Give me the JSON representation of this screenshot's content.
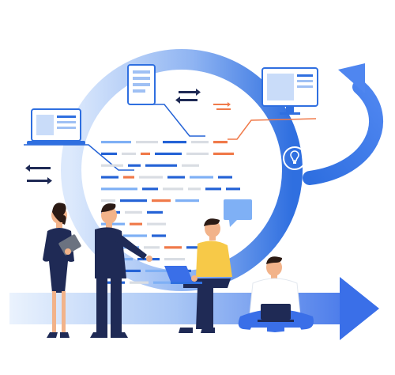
{
  "colors": {
    "ring_dark": "#2f6fe0",
    "ring_light": "#cfe0fb",
    "arrow_blue": "#3a6fe8",
    "line_blue": "#2563d6",
    "line_light": "#7fb0f5",
    "line_gray": "#d9dde3",
    "line_orange": "#f07a4a",
    "navy": "#1f2a55",
    "skin": "#f2b38a",
    "shirt_yellow": "#f7c948",
    "shirt_white": "#ffffff"
  },
  "icons": [
    "laptop-icon",
    "document-icon",
    "monitor-icon",
    "lightbulb-icon",
    "transfer-arrows-icon",
    "speech-bubble-icon",
    "refresh-arrow-icon"
  ],
  "code_lines": [
    [
      {
        "w": 38,
        "c": "line_light"
      },
      {
        "w": 28,
        "c": "line_gray"
      },
      {
        "w": 30,
        "c": "line_blue"
      },
      {
        "w": 22,
        "c": "line_gray"
      },
      {
        "w": 18,
        "c": "line_orange"
      }
    ],
    [
      {
        "w": 20,
        "c": "line_blue"
      },
      {
        "w": 18,
        "c": "line_gray"
      },
      {
        "w": 12,
        "c": "line_orange"
      },
      {
        "w": 34,
        "c": "line_blue"
      },
      {
        "w": 28,
        "c": "line_gray"
      },
      {
        "w": 26,
        "c": "line_orange"
      }
    ],
    [
      {
        "w": 28,
        "c": "line_gray"
      },
      {
        "w": 16,
        "c": "line_blue"
      },
      {
        "w": 40,
        "c": "line_blue"
      },
      {
        "w": 22,
        "c": "line_gray"
      }
    ],
    [
      {
        "w": 22,
        "c": "line_blue"
      },
      {
        "w": 14,
        "c": "line_orange"
      },
      {
        "w": 30,
        "c": "line_gray"
      },
      {
        "w": 22,
        "c": "line_blue"
      },
      {
        "w": 30,
        "c": "line_light"
      },
      {
        "w": 18,
        "c": "line_blue"
      }
    ],
    [
      {
        "w": 46,
        "c": "line_light"
      },
      {
        "w": 20,
        "c": "line_blue"
      },
      {
        "w": 26,
        "c": "line_gray"
      },
      {
        "w": 16,
        "c": "line_gray"
      },
      {
        "w": 20,
        "c": "line_blue"
      },
      {
        "w": 18,
        "c": "line_blue"
      }
    ],
    [
      {
        "w": 18,
        "c": "line_gray"
      },
      {
        "w": 34,
        "c": "line_blue"
      },
      {
        "w": 24,
        "c": "line_orange"
      },
      {
        "w": 30,
        "c": "line_light"
      }
    ],
    [
      {
        "w": 24,
        "c": "line_blue"
      },
      {
        "w": 22,
        "c": "line_gray"
      },
      {
        "w": 20,
        "c": "line_blue"
      }
    ],
    [
      {
        "w": 30,
        "c": "line_light"
      },
      {
        "w": 16,
        "c": "line_orange"
      },
      {
        "w": 24,
        "c": "line_gray"
      }
    ],
    [
      {
        "w": 22,
        "c": "line_gray"
      },
      {
        "w": 30,
        "c": "line_light"
      },
      {
        "w": 18,
        "c": "line_blue"
      }
    ],
    [
      {
        "w": 14,
        "c": "line_blue"
      },
      {
        "w": 28,
        "c": "line_light"
      },
      {
        "w": 20,
        "c": "line_gray"
      },
      {
        "w": 22,
        "c": "line_orange"
      },
      {
        "w": 16,
        "c": "line_blue"
      }
    ],
    [
      {
        "w": 40,
        "c": "line_light"
      },
      {
        "w": 28,
        "c": "line_blue"
      },
      {
        "w": 26,
        "c": "line_gray"
      }
    ],
    [
      {
        "w": 20,
        "c": "line_gray"
      },
      {
        "w": 24,
        "c": "line_blue"
      },
      {
        "w": 30,
        "c": "line_light"
      },
      {
        "w": 22,
        "c": "line_blue"
      }
    ],
    [
      {
        "w": 30,
        "c": "line_blue"
      },
      {
        "w": 24,
        "c": "line_gray"
      },
      {
        "w": 28,
        "c": "line_light"
      },
      {
        "w": 20,
        "c": "line_blue"
      }
    ]
  ]
}
